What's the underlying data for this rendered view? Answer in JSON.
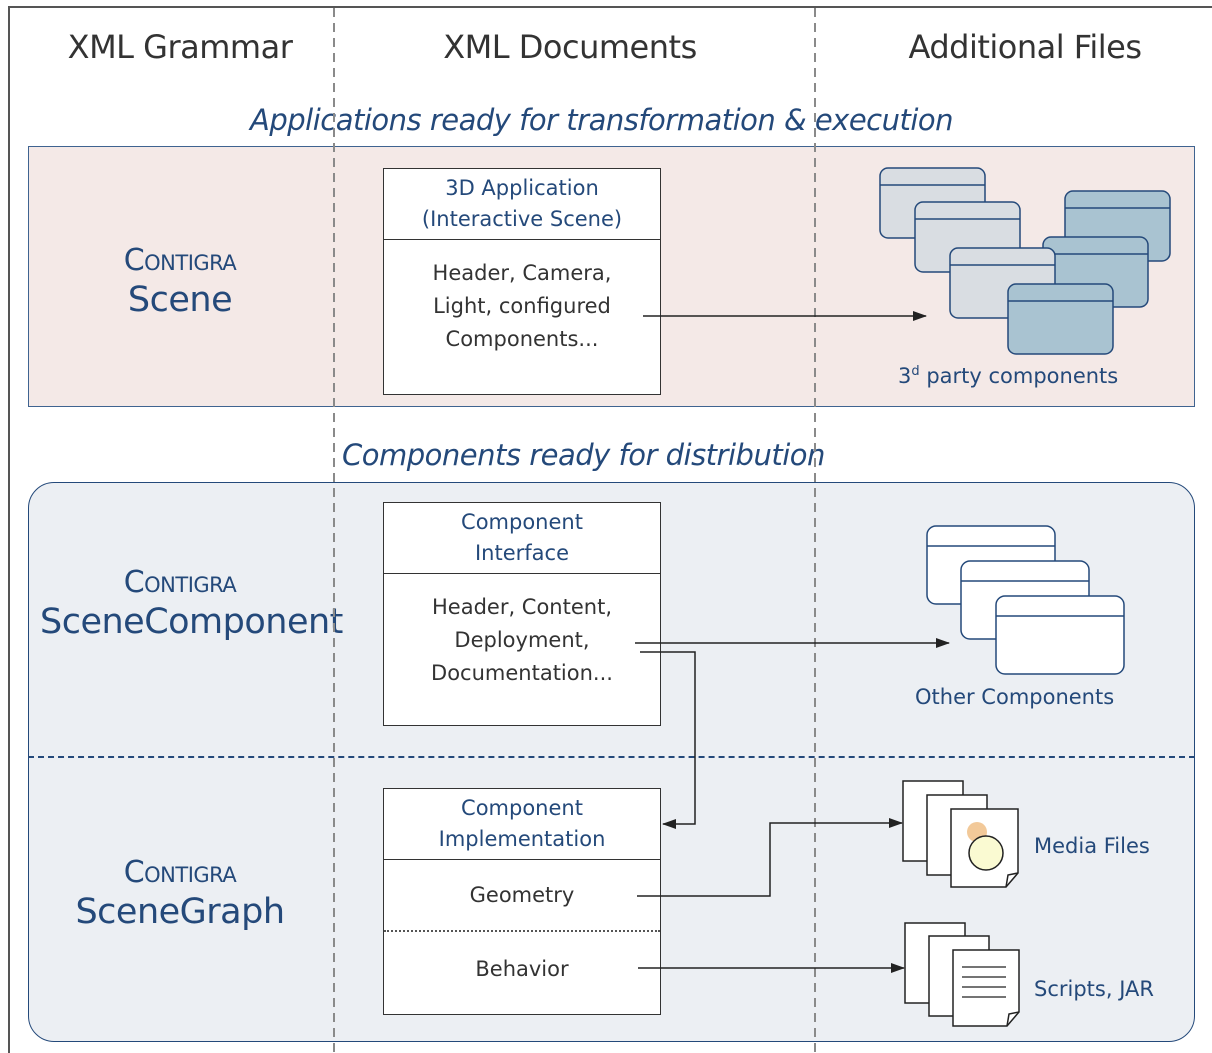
{
  "columns": [
    "XML Grammar",
    "XML Documents",
    "Additional Files"
  ],
  "section_headings": {
    "applications": "Applications ready for transformation & execution",
    "components": "Components ready for distribution"
  },
  "grammars": [
    {
      "prefix": "Contigra",
      "name": "Scene"
    },
    {
      "prefix": "Contigra",
      "name": "SceneComponent"
    },
    {
      "prefix": "Contigra",
      "name": "SceneGraph"
    }
  ],
  "documents": {
    "application": {
      "title_lines": [
        "3D Application",
        "(Interactive Scene)"
      ],
      "body_lines": [
        "Header, Camera,",
        "Light, configured",
        "Components..."
      ]
    },
    "interface": {
      "title_lines": [
        "Component",
        "Interface"
      ],
      "body_lines": [
        "Header, Content,",
        "Deployment,",
        "Documentation..."
      ]
    },
    "implementation": {
      "title_lines": [
        "Component",
        "Implementation"
      ],
      "sections": [
        "Geometry",
        "Behavior"
      ]
    }
  },
  "files": {
    "third_party_base": "3",
    "third_party_sup": "d",
    "third_party_rest": " party components",
    "other_components": "Other Components",
    "media": "Media Files",
    "scripts": "Scripts, JAR"
  },
  "colors": {
    "accent": "#24497a",
    "scene_band": "#f4e9e7",
    "component_band": "#eceff3",
    "window_grey": "#d9dde2",
    "window_blue": "#a9c3d1",
    "media_dot": "#f2c999",
    "media_circle": "#fafad2"
  }
}
